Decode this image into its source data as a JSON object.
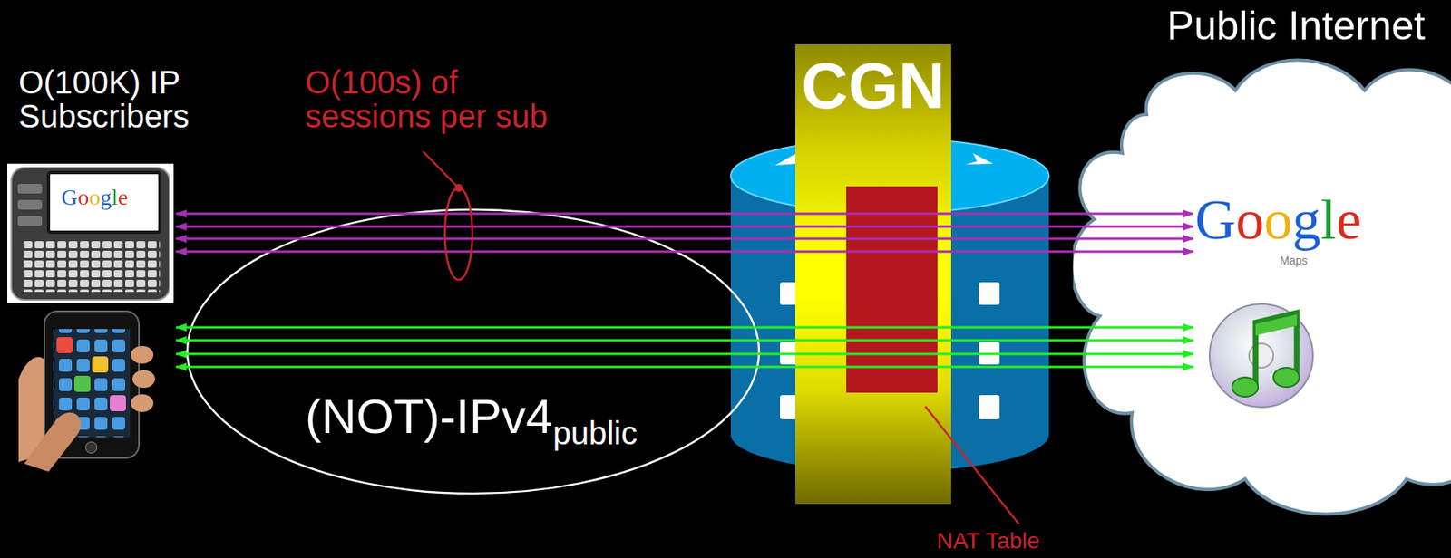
{
  "diagram": {
    "nodes": [
      {
        "text": [
          "(NOT)-IPv4",
          "public"
        ]
      },
      {
        "text": [
          "CGN"
        ]
      },
      {
        "text": [
          "Public Internet"
        ]
      }
    ],
    "labels": [
      "O(100K) IP Subscribers",
      "O(100s) of sessions per sub",
      "Google",
      "Google",
      "Maps",
      "NAT Table"
    ]
  }
}
